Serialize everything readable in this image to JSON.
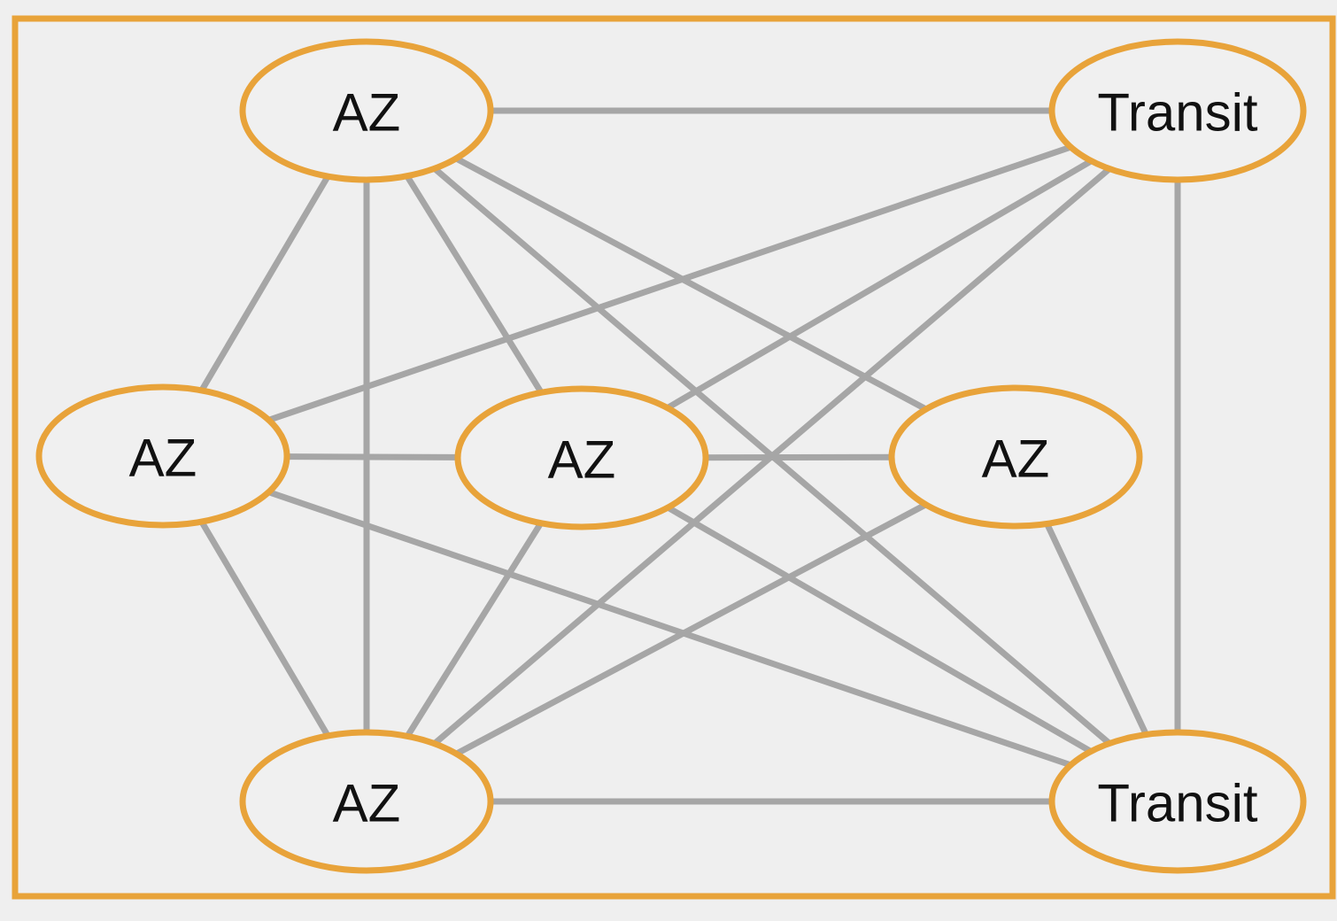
{
  "diagram": {
    "type": "network-mesh",
    "colors": {
      "background": "#efefef",
      "frame": "#e8a33a",
      "node_border": "#e8a33a",
      "node_fill": "#f0f0f0",
      "edge": "#a6a6a6",
      "text": "#111111"
    },
    "nodes": [
      {
        "id": "az-top",
        "label": "AZ"
      },
      {
        "id": "transit-top",
        "label": "Transit"
      },
      {
        "id": "az-left",
        "label": "AZ"
      },
      {
        "id": "az-center",
        "label": "AZ"
      },
      {
        "id": "az-right",
        "label": "AZ"
      },
      {
        "id": "az-bottom",
        "label": "AZ"
      },
      {
        "id": "transit-bottom",
        "label": "Transit"
      }
    ],
    "edges": [
      [
        "az-top",
        "transit-top"
      ],
      [
        "az-top",
        "az-left"
      ],
      [
        "az-top",
        "az-bottom"
      ],
      [
        "az-top",
        "az-center"
      ],
      [
        "az-top",
        "az-right"
      ],
      [
        "az-top",
        "transit-bottom"
      ],
      [
        "transit-top",
        "az-left"
      ],
      [
        "transit-top",
        "az-center"
      ],
      [
        "transit-top",
        "az-bottom"
      ],
      [
        "transit-top",
        "transit-bottom"
      ],
      [
        "az-left",
        "az-center"
      ],
      [
        "az-left",
        "az-bottom"
      ],
      [
        "az-left",
        "transit-bottom"
      ],
      [
        "az-center",
        "az-right"
      ],
      [
        "az-center",
        "az-bottom"
      ],
      [
        "az-center",
        "transit-bottom"
      ],
      [
        "az-right",
        "az-bottom"
      ],
      [
        "az-right",
        "transit-bottom"
      ],
      [
        "az-bottom",
        "transit-bottom"
      ]
    ]
  }
}
